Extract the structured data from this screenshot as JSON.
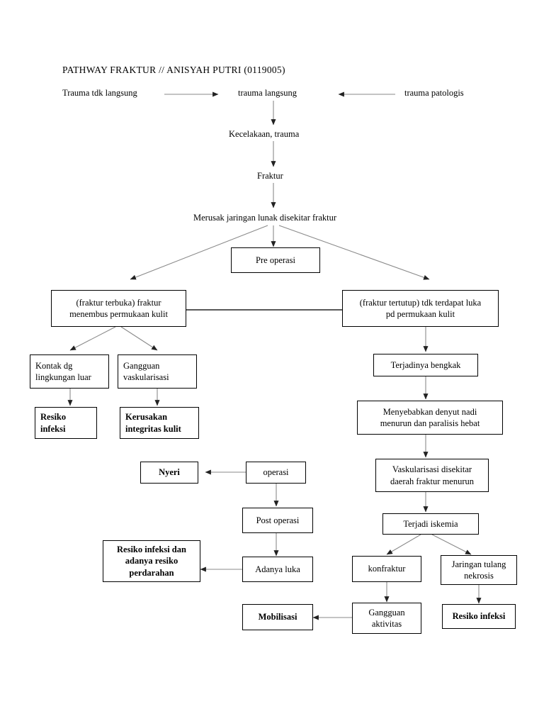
{
  "document": {
    "title": "PATHWAY FRAKTUR // ANISYAH PUTRI (0119005)",
    "type": "flowchart",
    "language": "id"
  },
  "nodes": {
    "trauma_tdk_langsung": "Trauma tdk langsung",
    "trauma_langsung": "trauma langsung",
    "trauma_patologis": "trauma patologis",
    "kecelakaan_trauma": "Kecelakaan, trauma",
    "fraktur": "Fraktur",
    "merusak_jaringan": "Merusak jaringan lunak disekitar fraktur",
    "pre_operasi": "Pre operasi",
    "fraktur_terbuka": "(fraktur terbuka) fraktur\nmenembus permukaan kulit",
    "fraktur_tertutup": "(fraktur tertutup) tdk terdapat luka\npd permukaan kulit",
    "kontak_lingkungan": "Kontak dg\nlingkungan luar",
    "gangguan_vaskularisasi": "Gangguan\nvaskularisasi",
    "resiko_infeksi_1": "Resiko\ninfeksi",
    "kerusakan_integritas": "Kerusakan\nintegritas kulit",
    "terjadinya_bengkak": "Terjadinya bengkak",
    "menyebabkan_denyut": "Menyebabkan denyut nadi\nmenurun dan paralisis hebat",
    "vaskularisasi_disekitar": "Vaskularisasi disekitar\ndaerah fraktur menurun",
    "terjadi_iskemia": "Terjadi iskemia",
    "konfraktur": "konfraktur",
    "jaringan_tulang_nekrosis": "Jaringan tulang\nnekrosis",
    "resiko_infeksi_2": "Resiko infeksi",
    "gangguan_aktivitas": "Gangguan\naktivitas",
    "mobilisasi": "Mobilisasi",
    "nyeri": "Nyeri",
    "operasi": "operasi",
    "post_operasi": "Post operasi",
    "adanya_luka": "Adanya luka",
    "resiko_infeksi_perdarahan": "Resiko infeksi dan\nadanya resiko\nperdarahan"
  },
  "colors": {
    "background": "#ffffff",
    "text": "#000000",
    "box_border": "#000000",
    "connector": "#8a8a8a",
    "connector_dark": "#222222"
  }
}
